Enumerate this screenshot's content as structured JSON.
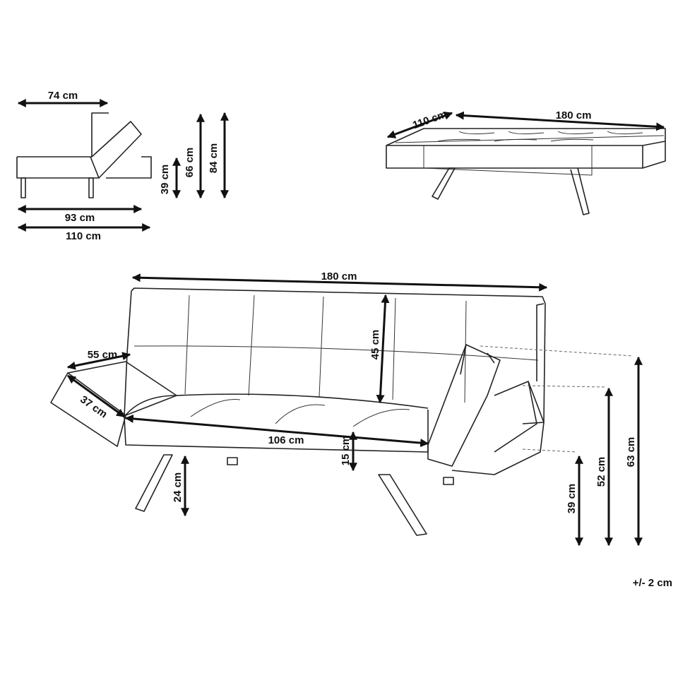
{
  "side_view": {
    "depth_top": "74 cm",
    "seat_height": "39 cm",
    "arm_height": "66 cm",
    "total_height": "84 cm",
    "depth_seat": "93 cm",
    "depth_total": "110 cm"
  },
  "bed_view": {
    "depth": "110 cm",
    "width": "180 cm"
  },
  "front_view": {
    "width": "180 cm",
    "arm_depth": "55 cm",
    "arm_width": "37 cm",
    "back_height": "45 cm",
    "seat_width": "106 cm",
    "seat_thickness": "15 cm",
    "leg_height": "24 cm",
    "seat_height": "39 cm",
    "arm_height": "52 cm",
    "total_height": "63 cm"
  },
  "tolerance": "+/- 2 cm",
  "colors": {
    "line": "#222222",
    "background": "#ffffff"
  }
}
